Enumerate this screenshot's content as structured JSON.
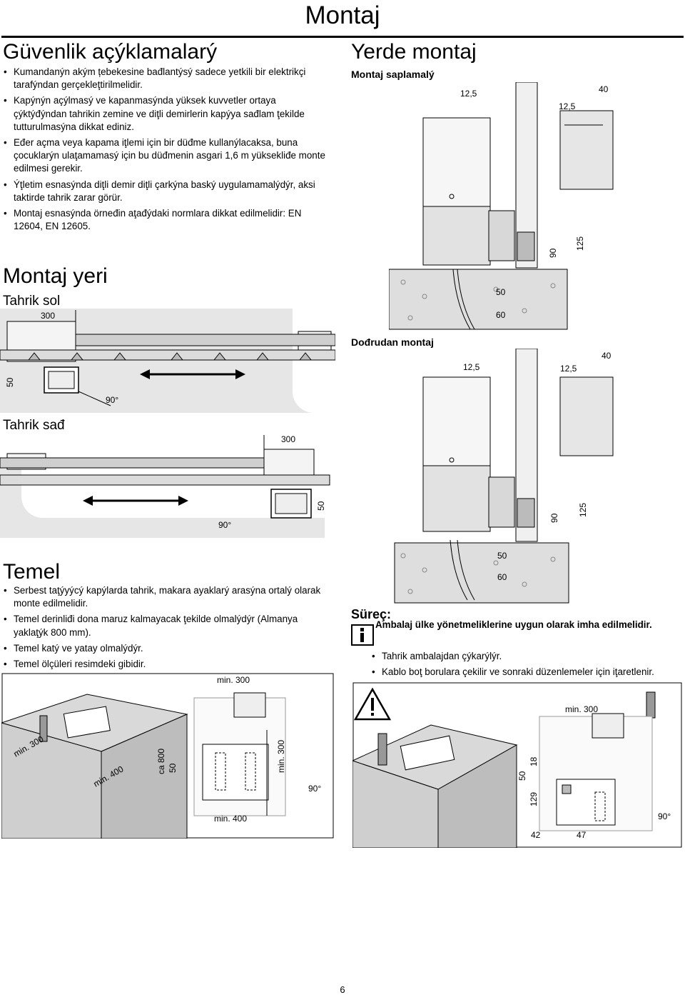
{
  "page_title": "Montaj",
  "safety": {
    "heading": "Güvenlik açýklamalarý",
    "items": [
      "Kumandanýn akým țebekesine bađlantýsý sadece yetkili bir elektrikçi tarafýndan gerçekleţtirilmelidir.",
      "Kapýnýn açýlmasý ve kapanmasýnda yüksek kuvvetler ortaya çýktýđýndan tahrikin zemine ve diţli demirlerin kapýya sađlam ţekilde tutturulmasýna dikkat ediniz.",
      "Eđer açma veya kapama iţlemi için bir düđme kullanýlacaksa, buna çocuklarýn ulaţamamasý için bu düđmenin asgari 1,6 m yüksekliđe monte edilmesi gerekir.",
      "Ýţletim esnasýnda diţli demir diţli çarkýna baský uygulamamalýdýr, aksi taktirde tahrik zarar görür.",
      "Montaj esnasýnda örneđin aţađýdaki normlara dikkat edilmelidir: EN 12604, EN 12605."
    ]
  },
  "montaj_yeri": {
    "heading": "Montaj yeri",
    "left_label": "Tahrik sol",
    "right_label": "Tahrik sađ",
    "left_dims": {
      "offset": "300",
      "side": "50",
      "angle": "90°"
    },
    "right_dims": {
      "offset": "300",
      "side": "50",
      "angle": "90°"
    }
  },
  "yerde_montaj": {
    "heading": "Yerde montaj",
    "saplama_label": "Montaj saplamalý",
    "dogrudan_label": "Dođrudan montaj",
    "dims": {
      "a": "12,5",
      "b": "12,5",
      "c": "40",
      "d": "90",
      "e": "125",
      "f": "50",
      "g": "60"
    }
  },
  "temel": {
    "heading": "Temel",
    "items": [
      "Serbest taţýyýcý kapýlarda tahrik, makara ayaklarý arasýna ortalý olarak monte edilmelidir.",
      "Temel derinliđi dona maruz kalmayacak ţekilde olmalýdýr (Almanya yaklaţýk 800 mm).",
      "Temel katý ve yatay olmalýdýr.",
      "Temel ölçüleri resimdeki gibidir."
    ],
    "dims": {
      "min300a": "min. 300",
      "min400a": "min. 400",
      "ca800": "ca 800",
      "d50": "50",
      "min300b": "min. 300",
      "min300c": "min. 300",
      "min400b": "min. 400",
      "deg90": "90°"
    }
  },
  "surec": {
    "heading": "Süreç:",
    "notice": "Ambalaj ülke yönetmeliklerine uygun olarak imha edilmelidir.",
    "items": [
      "Tahrik ambalajdan çýkarýlýr.",
      "Kablo boţ borulara çekilir ve sonraki düzenlemeler için iţaretlenir."
    ],
    "dims": {
      "min300": "min. 300",
      "d50": "50",
      "d18": "18",
      "d129": "129",
      "d42": "42",
      "d47": "47",
      "deg90": "90°"
    }
  },
  "page_number": "6"
}
